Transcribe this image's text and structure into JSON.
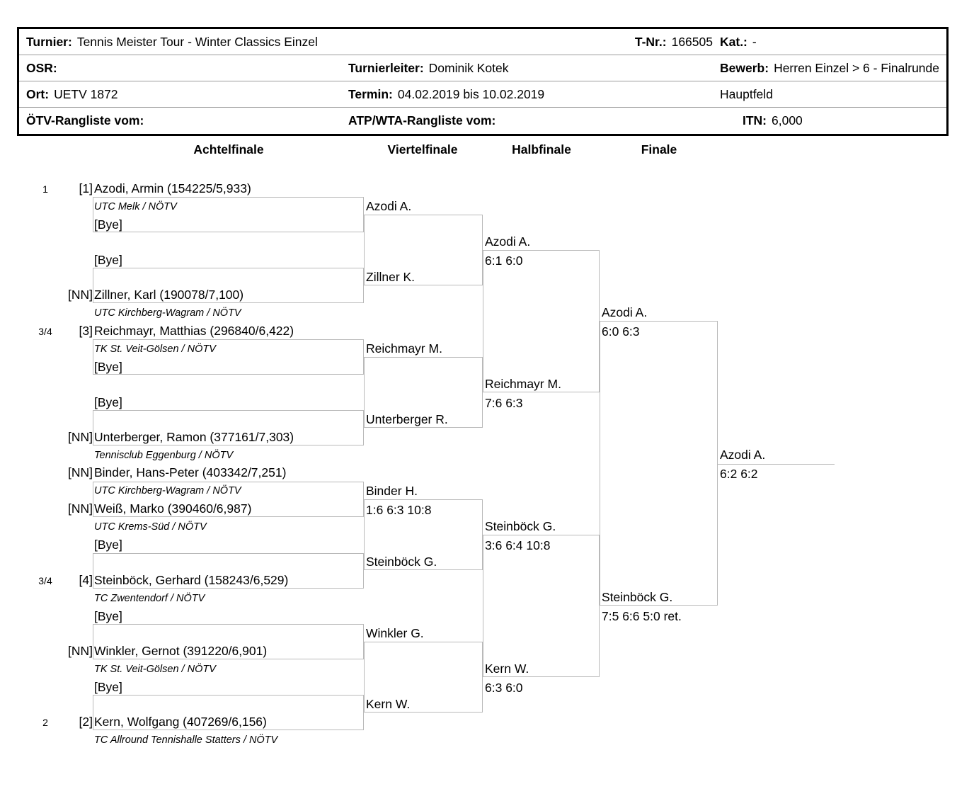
{
  "header": {
    "rows": [
      [
        {
          "label": "Turnier:",
          "value": "Tennis Meister Tour - Winter Classics Einzel"
        },
        {
          "label": "T-Nr.:",
          "value": "166505"
        },
        {
          "label": "Kat.:",
          "value": "-"
        }
      ],
      [
        {
          "label": "OSR:",
          "value": ""
        },
        {
          "label": "Turnierleiter:",
          "value": "Dominik Kotek"
        },
        {
          "label": "Bewerb:",
          "value": "Herren Einzel > 6 - Finalrunde"
        }
      ],
      [
        {
          "label": "Ort:",
          "value": "UETV 1872"
        },
        {
          "label": "Termin:",
          "value": "04.02.2019 bis 10.02.2019"
        },
        {
          "label": "",
          "value": "Hauptfeld"
        }
      ],
      [
        {
          "label": "ÖTV-Rangliste vom:",
          "value": ""
        },
        {
          "label": "ATP/WTA-Rangliste vom:",
          "value": ""
        },
        {
          "label": "ITN:",
          "value": "6,000"
        }
      ]
    ]
  },
  "rounds": [
    {
      "title": "Achtelfinale"
    },
    {
      "title": "Viertelfinale"
    },
    {
      "title": "Halbfinale"
    },
    {
      "title": "Finale"
    }
  ],
  "chart_data": {
    "type": "bracket",
    "title": "Herren Einzel > 6 - Finalrunde",
    "rounds": [
      "Achtelfinale",
      "Viertelfinale",
      "Halbfinale",
      "Finale"
    ],
    "round1_slots": [
      {
        "pos": "1",
        "seed": "[1]",
        "name": "Azodi, Armin (154225/5,933)",
        "club": "UTC Melk / NÖTV",
        "bye": "[Bye]"
      },
      {
        "pos": "",
        "seed": "",
        "name": "",
        "club": "",
        "bye": "[Bye]"
      },
      {
        "pos": "",
        "seed": "[NN]",
        "name": "Zillner, Karl (190078/7,100)",
        "club": "UTC Kirchberg-Wagram / NÖTV",
        "bye": ""
      },
      {
        "pos": "3/4",
        "seed": "[3]",
        "name": "Reichmayr, Matthias (296840/6,422)",
        "club": "TK St. Veit-Gölsen / NÖTV",
        "bye": "[Bye]"
      },
      {
        "pos": "",
        "seed": "",
        "name": "",
        "club": "",
        "bye": "[Bye]"
      },
      {
        "pos": "",
        "seed": "[NN]",
        "name": "Unterberger, Ramon (377161/7,303)",
        "club": "Tennisclub Eggenburg / NÖTV",
        "bye": ""
      },
      {
        "pos": "",
        "seed": "[NN]",
        "name": "Binder, Hans-Peter (403342/7,251)",
        "club": "UTC Kirchberg-Wagram / NÖTV",
        "bye": ""
      },
      {
        "pos": "",
        "seed": "[NN]",
        "name": "Weiß, Marko (390460/6,987)",
        "club": "UTC Krems-Süd / NÖTV",
        "bye": "[Bye]"
      },
      {
        "pos": "3/4",
        "seed": "[4]",
        "name": "Steinböck, Gerhard (158243/6,529)",
        "club": "TC Zwentendorf / NÖTV",
        "bye": "[Bye]"
      },
      {
        "pos": "",
        "seed": "[NN]",
        "name": "Winkler, Gernot (391220/6,901)",
        "club": "TK St. Veit-Gölsen / NÖTV",
        "bye": "[Bye]"
      },
      {
        "pos": "2",
        "seed": "[2]",
        "name": "Kern, Wolfgang (407269/6,156)",
        "club": "TC Allround Tennishalle Statters / NÖTV",
        "bye": ""
      }
    ],
    "quarterfinals": [
      {
        "winner": "Azodi A.",
        "score": ""
      },
      {
        "winner": "Zillner K.",
        "score": ""
      },
      {
        "winner": "Reichmayr M.",
        "score": ""
      },
      {
        "winner": "Unterberger R.",
        "score": ""
      },
      {
        "winner": "Binder H.",
        "score": "1:6 6:3 10:8"
      },
      {
        "winner": "Steinböck G.",
        "score": ""
      },
      {
        "winner": "Winkler G.",
        "score": ""
      },
      {
        "winner": "Kern W.",
        "score": ""
      }
    ],
    "semifinals": [
      {
        "winner": "Azodi A.",
        "score": "6:1 6:0"
      },
      {
        "winner": "Reichmayr M.",
        "score": "7:6 6:3"
      },
      {
        "winner": "Steinböck G.",
        "score": "3:6 6:4 10:8"
      },
      {
        "winner": "Kern W.",
        "score": "6:3 6:0"
      }
    ],
    "finals_round": [
      {
        "winner": "Azodi A.",
        "score": "6:0 6:3"
      },
      {
        "winner": "Steinböck G.",
        "score": "7:5 6:6 5:0 ret."
      }
    ],
    "champion": {
      "winner": "Azodi A.",
      "score": "6:2 6:2"
    }
  }
}
